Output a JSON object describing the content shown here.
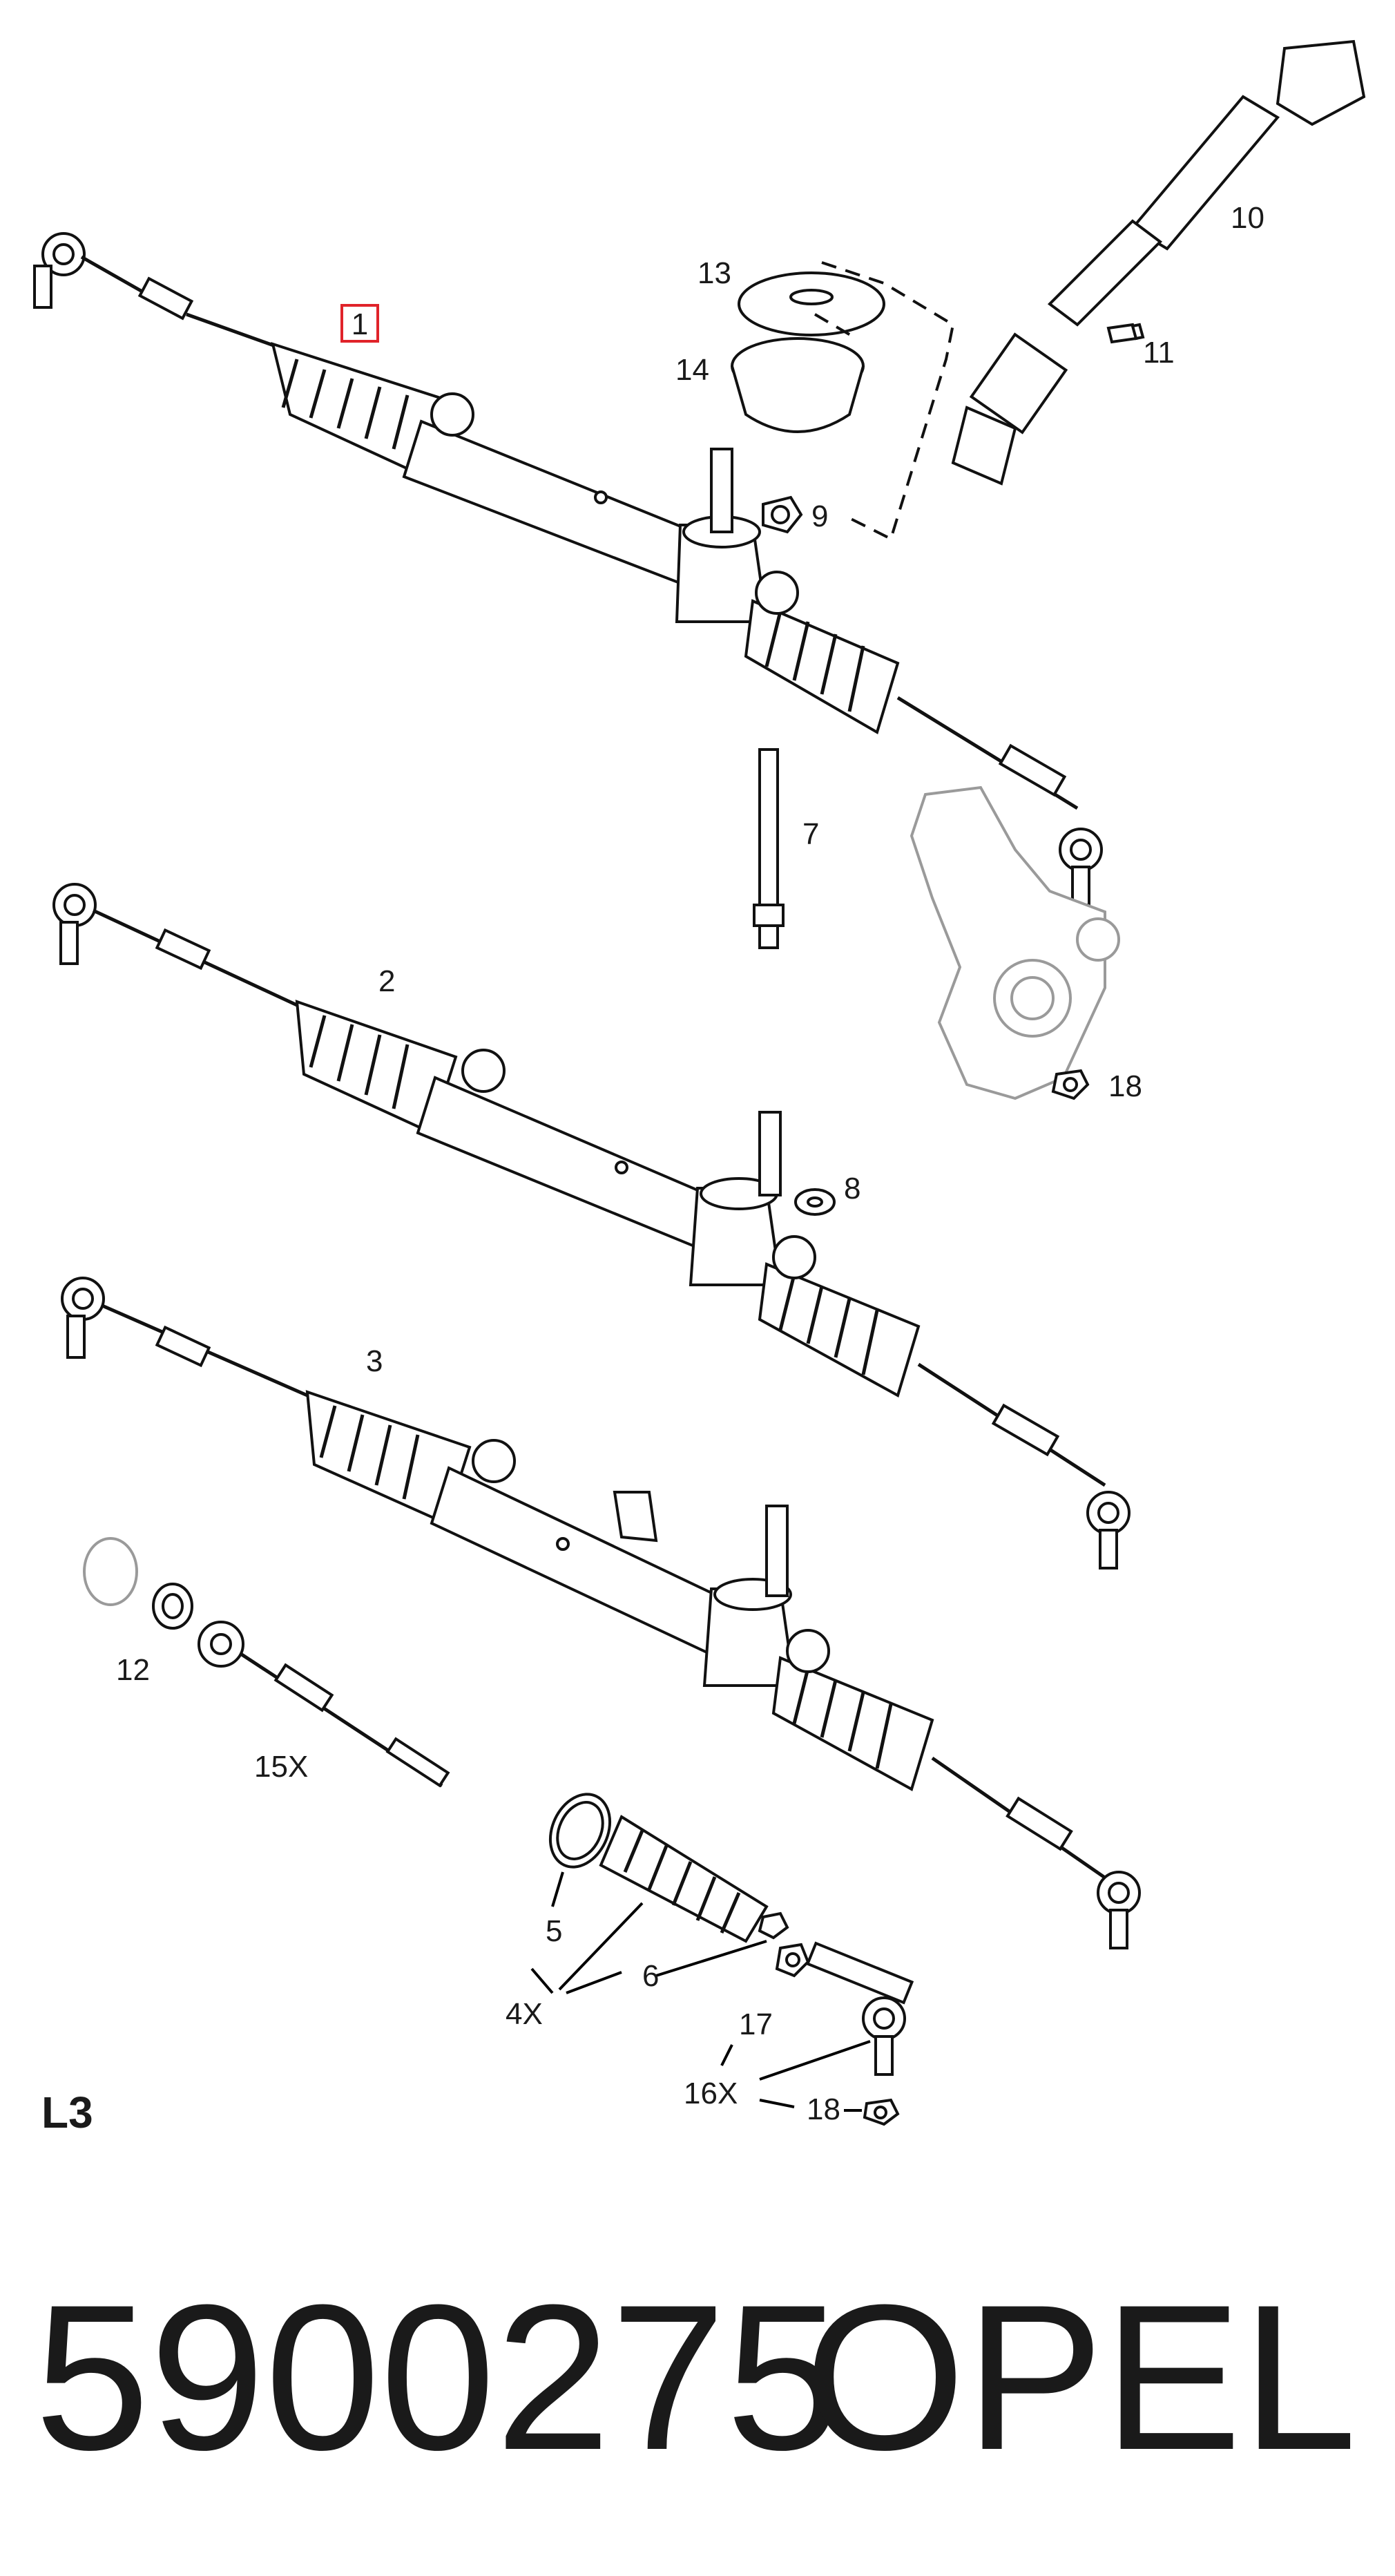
{
  "diagram": {
    "section_label": "L3",
    "part_number": "5900275",
    "brand": "OPEL",
    "highlight_color": "#e0232a",
    "callouts": {
      "c1": "1",
      "c2": "2",
      "c3": "3",
      "c4x": "4X",
      "c5": "5",
      "c6": "6",
      "c7": "7",
      "c8": "8",
      "c9": "9",
      "c10": "10",
      "c11": "11",
      "c12": "12",
      "c13": "13",
      "c14": "14",
      "c15x": "15X",
      "c16x": "16X",
      "c17": "17",
      "c18a": "18",
      "c18b": "18"
    }
  }
}
